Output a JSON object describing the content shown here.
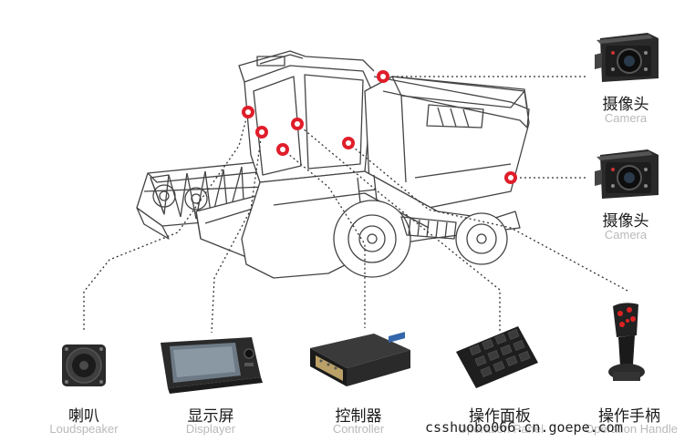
{
  "components": [
    {
      "id": "camera-top",
      "name_cn": "摄像头",
      "name_en": "Camera"
    },
    {
      "id": "camera-mid",
      "name_cn": "摄像头",
      "name_en": "Camera"
    },
    {
      "id": "loudspeaker",
      "name_cn": "喇叭",
      "name_en": "Loudspeaker"
    },
    {
      "id": "displayer",
      "name_cn": "显示屏",
      "name_en": "Displayer"
    },
    {
      "id": "controller",
      "name_cn": "控制器",
      "name_en": "Controller"
    },
    {
      "id": "operation-panel",
      "name_cn": "操作面板",
      "name_en": "Operation Panel"
    },
    {
      "id": "operation-handle",
      "name_cn": "操作手柄",
      "name_en": "Operation Handle"
    }
  ],
  "watermark": "csshuobo066.cn.goepe.com",
  "colors": {
    "marker": "#e01e2b",
    "line": "#333333",
    "harvester_stroke": "#444444",
    "en_label": "#b9b9b9"
  }
}
